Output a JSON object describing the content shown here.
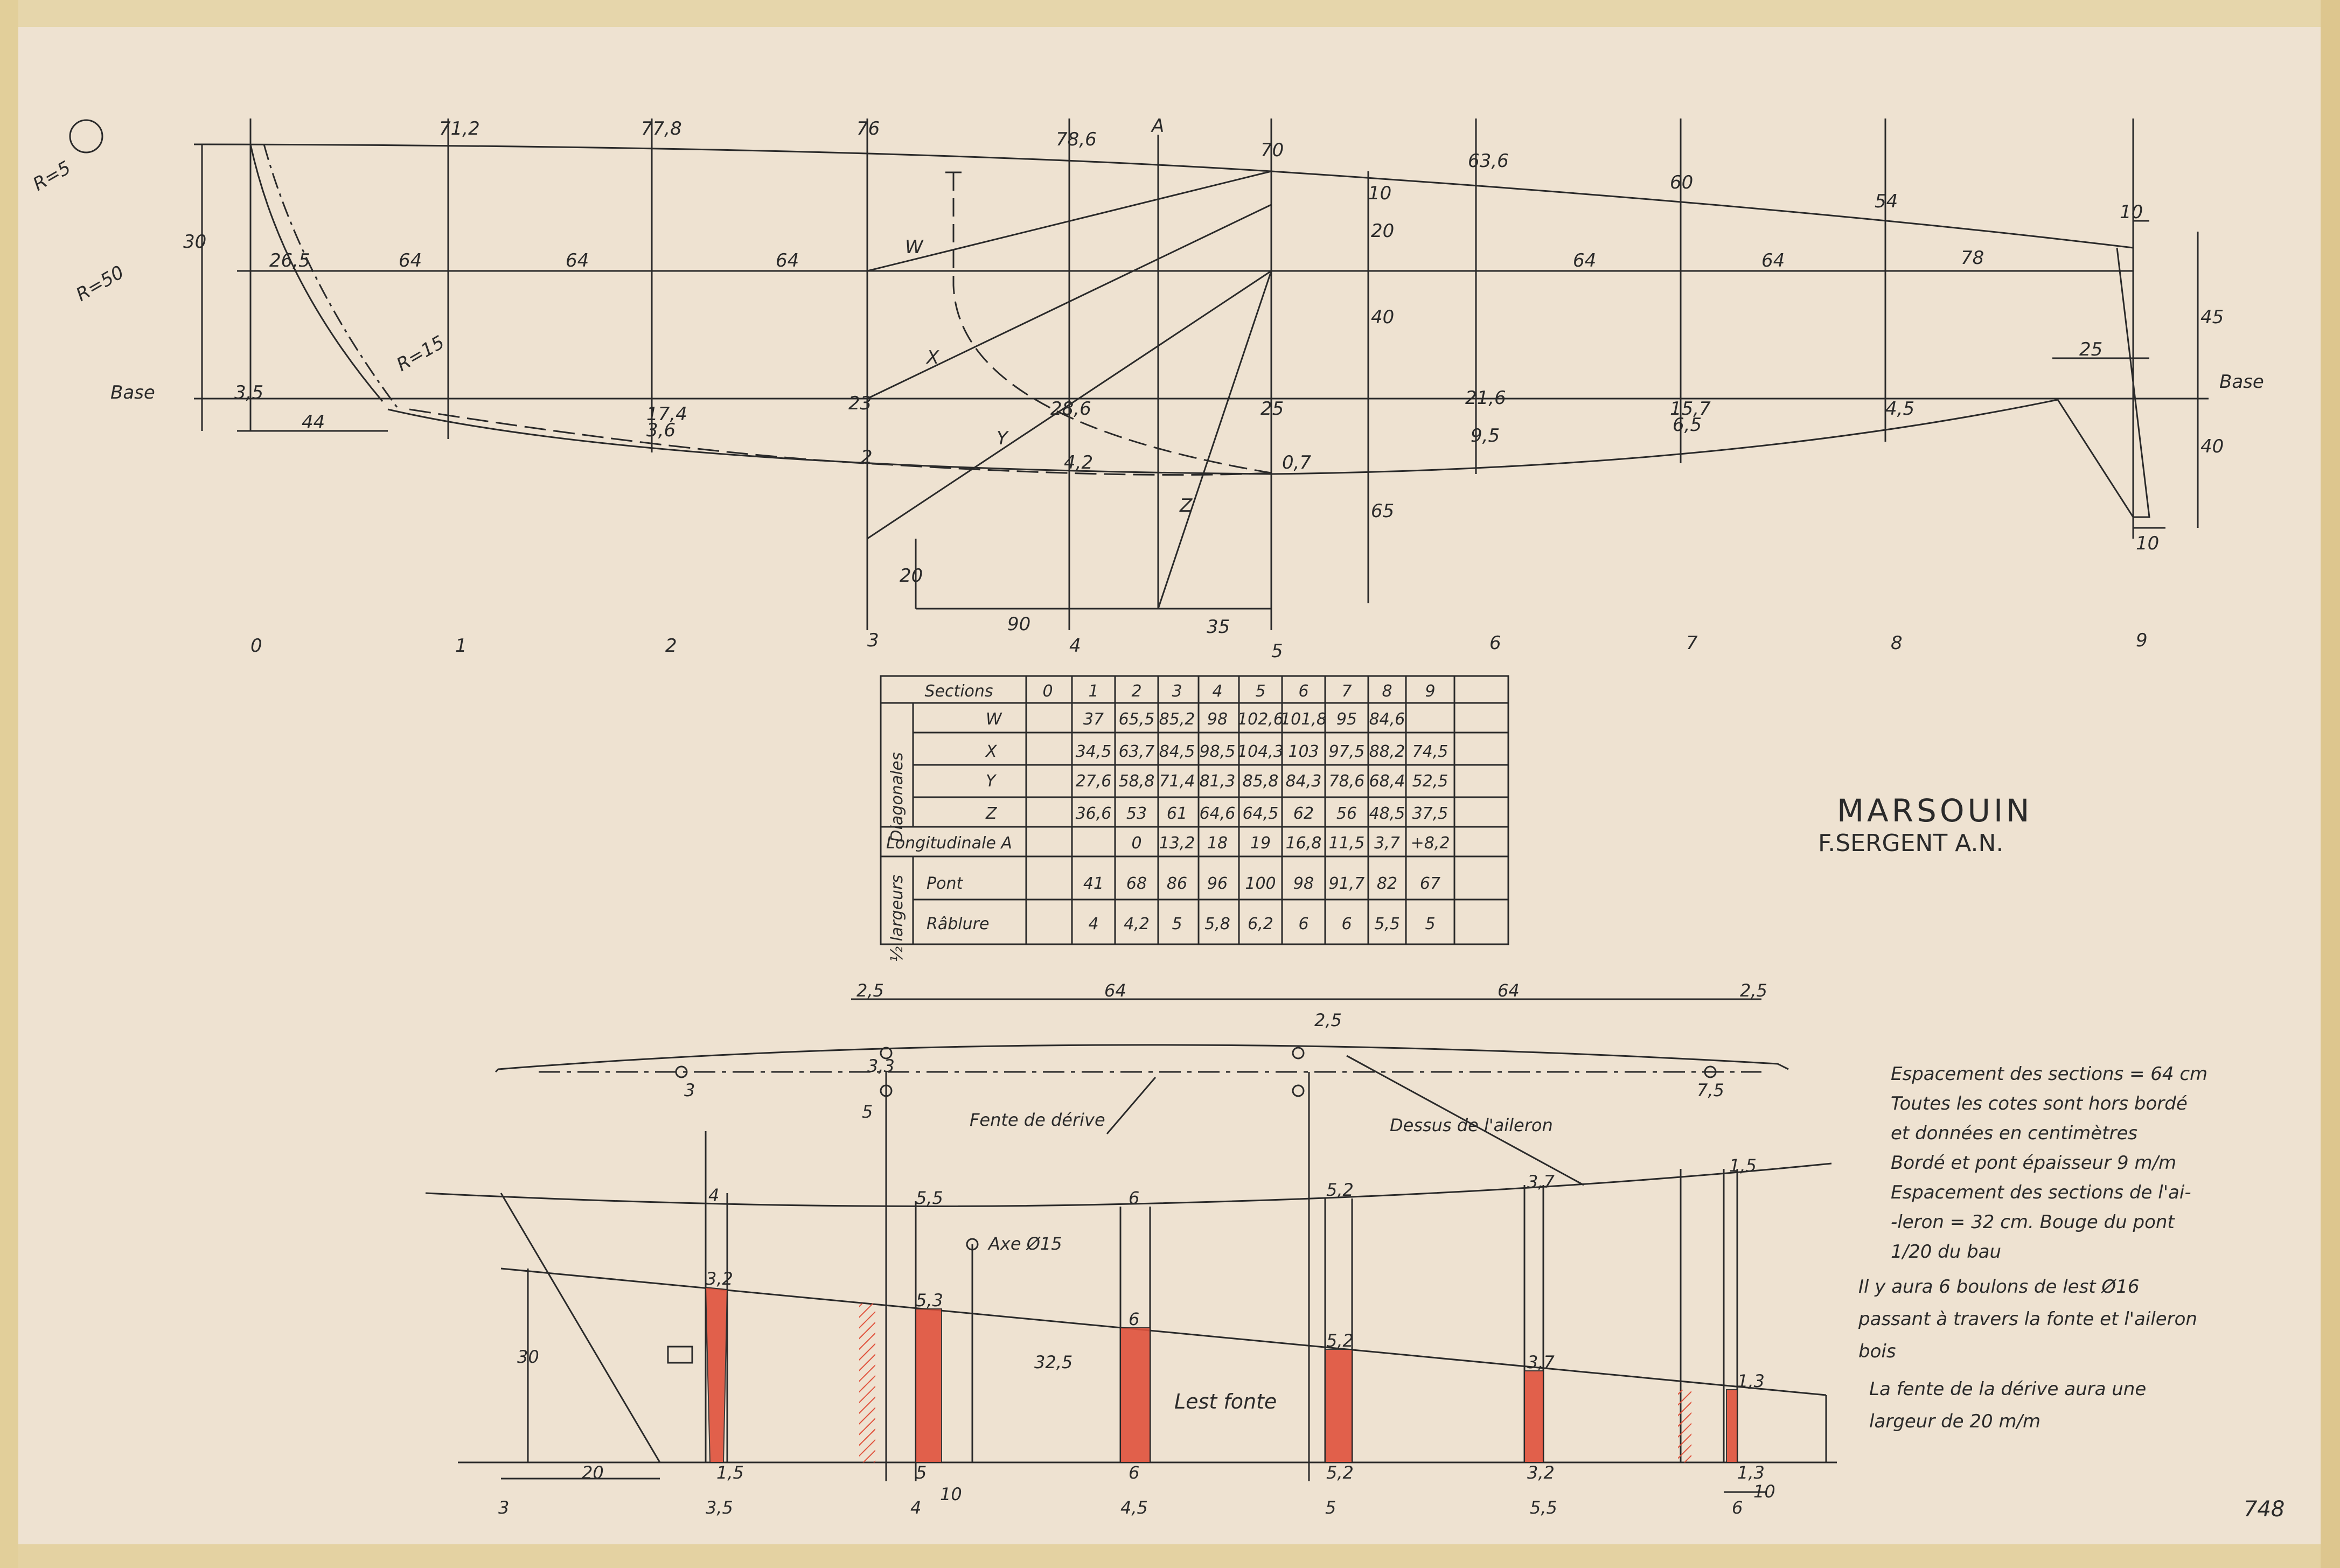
{
  "title": {
    "name": "MARSOUIN",
    "author": "F.SERGENT A.N."
  },
  "sheet_number": "748",
  "profile": {
    "base_label": "Base",
    "section_numbers": [
      "0",
      "1",
      "2",
      "3",
      "4",
      "5",
      "6",
      "7",
      "8",
      "9"
    ],
    "stations_top": [
      "71,2",
      "77,8",
      "76",
      "78,6",
      "70",
      "63,6",
      "60",
      "54"
    ],
    "spacings": [
      "26,5",
      "64",
      "64",
      "64",
      "64",
      "64",
      "78"
    ],
    "bottom_dims": [
      "90",
      "35",
      "20"
    ],
    "verticals": [
      "30",
      "20",
      "40",
      "65",
      "45",
      "40",
      "25",
      "10",
      "10",
      "44"
    ],
    "letters": [
      "W",
      "X",
      "Y",
      "Z",
      "A"
    ],
    "misc": [
      "R=5",
      "R=15",
      "R=50",
      "17,4",
      "3,6",
      "23",
      "21,6",
      "15,7",
      "9,5",
      "6,5",
      "4,5",
      "2",
      "4,2",
      "28,6",
      "25",
      "0,7",
      "10",
      "3,5"
    ]
  },
  "table": {
    "header": [
      "Sections",
      "0",
      "1",
      "2",
      "3",
      "4",
      "5",
      "6",
      "7",
      "8",
      "9"
    ],
    "group_diag": "Diagonales",
    "group_half": "½ largeurs",
    "rows": [
      {
        "label": "W",
        "values": [
          "",
          "37",
          "65,5",
          "85,2",
          "98",
          "102,6",
          "101,8",
          "95",
          "84,6",
          ""
        ]
      },
      {
        "label": "X",
        "values": [
          "",
          "34,5",
          "63,7",
          "84,5",
          "98,5",
          "104,3",
          "103",
          "97,5",
          "88,2",
          "74,5"
        ]
      },
      {
        "label": "Y",
        "values": [
          "",
          "27,6",
          "58,8",
          "71,4",
          "81,3",
          "85,8",
          "84,3",
          "78,6",
          "68,4",
          "52,5"
        ]
      },
      {
        "label": "Z",
        "values": [
          "",
          "36,6",
          "53",
          "61",
          "64,6",
          "64,5",
          "62",
          "56",
          "48,5",
          "37,5"
        ]
      },
      {
        "label": "Longitudinale A",
        "values": [
          "",
          "",
          "0",
          "13,2",
          "18",
          "19",
          "16,8",
          "11,5",
          "3,7",
          "+8,2"
        ]
      },
      {
        "label": "Pont",
        "values": [
          "",
          "41",
          "68",
          "86",
          "96",
          "100",
          "98",
          "91,7",
          "82",
          "67"
        ]
      },
      {
        "label": "Râblure",
        "values": [
          "",
          "4",
          "4,2",
          "5",
          "5,8",
          "6,2",
          "6",
          "6",
          "5,5",
          "5"
        ]
      }
    ]
  },
  "keel": {
    "stations": [
      "3",
      "3,5",
      "4",
      "4,5",
      "5",
      "5,5",
      "6"
    ],
    "top_dims": [
      "2,5",
      "64",
      "64",
      "2,5",
      "2,5"
    ],
    "labels": {
      "fente": "Fente de dérive",
      "aileron": "Dessus de l'aileron",
      "axe": "Axe Ø15",
      "lest": "Lest fonte"
    },
    "dims": [
      "4",
      "5,5",
      "6",
      "5,2",
      "3,7",
      "1,5",
      "3,2",
      "5,3",
      "6",
      "5,2",
      "3,7",
      "1,3",
      "1,5",
      "5",
      "10",
      "6",
      "5,2",
      "3,2",
      "1,3",
      "10",
      "20",
      "30",
      "32,5",
      "3",
      "5",
      "7,5",
      "3,3"
    ]
  },
  "notes": [
    "Espacement des sections = 64 cm",
    "Toutes les cotes sont hors bordé",
    "et données en centimètres",
    "Bordé et pont épaisseur 9 m/m",
    "Espacement des sections de l'ai-",
    "-leron = 32 cm. Bouge du pont",
    "1/20 du bau",
    "Il y aura 6 boulons de lest Ø16",
    "passant à travers la fonte et l'aileron",
    "bois",
    "La fente de la dérive aura une",
    "largeur de 20 m/m"
  ],
  "colors": {
    "ink": "#2a2a2a",
    "paper": "#eee2d1",
    "red": "#e0533d"
  }
}
